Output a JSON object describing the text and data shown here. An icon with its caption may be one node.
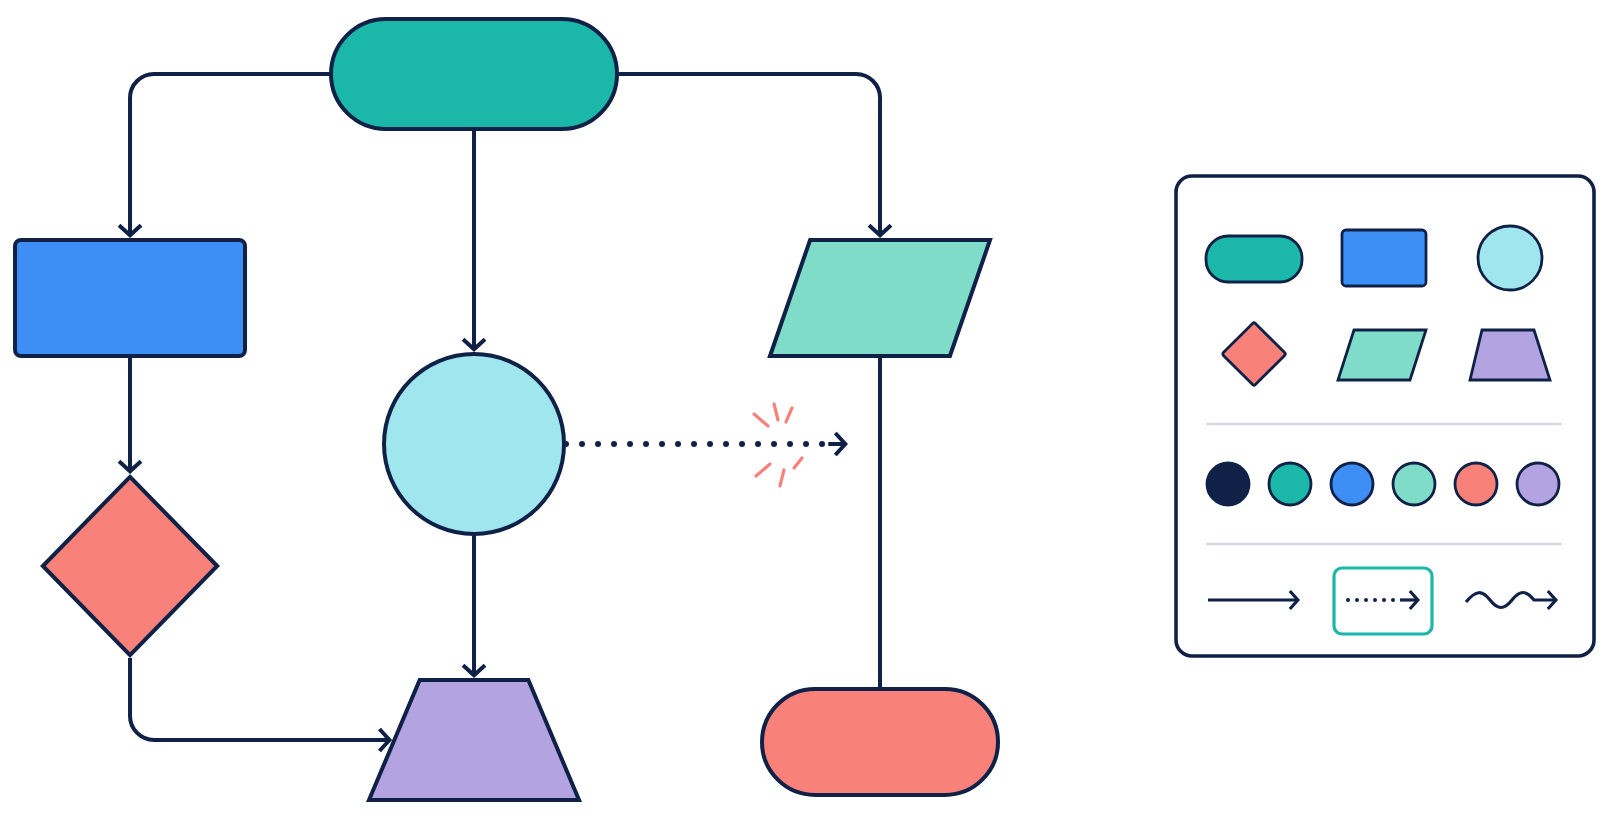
{
  "diagram": {
    "nodes": [
      {
        "text": [],
        "shape": "pill"
      },
      {
        "text": [],
        "shape": "box"
      },
      {
        "text": [],
        "shape": "circle"
      },
      {
        "text": [],
        "shape": "parallelogram"
      },
      {
        "text": [],
        "shape": "diamond"
      },
      {
        "text": [],
        "shape": "trapezoid"
      },
      {
        "text": [],
        "shape": "pill"
      }
    ],
    "edges": [
      {
        "from": 0,
        "to": 1,
        "arrow": "to"
      },
      {
        "from": 0,
        "to": 2,
        "arrow": "to"
      },
      {
        "from": 0,
        "to": 3,
        "arrow": "to"
      },
      {
        "from": 1,
        "to": 4,
        "arrow": "to"
      },
      {
        "from": 2,
        "to": 5,
        "arrow": "to"
      },
      {
        "from": 4,
        "to": 5,
        "arrow": "to"
      },
      {
        "from": 2,
        "to": null,
        "arrow": "to",
        "style": "dashed"
      },
      {
        "from": 3,
        "to": 6,
        "arrow": "none"
      }
    ]
  }
}
